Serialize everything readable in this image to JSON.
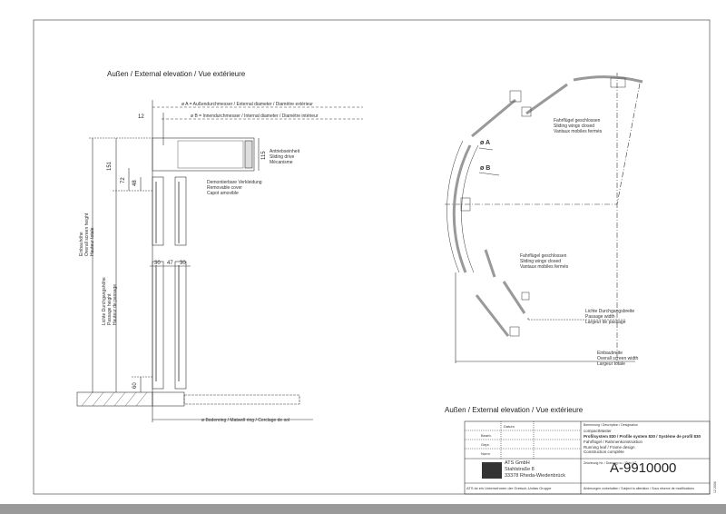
{
  "elevation": {
    "title": "Außen / External elevation / Vue extérieure",
    "dim_a": "ø A = Außendurchmesser / External diameter / Diamètre extérieur",
    "dim_b": "ø B = Innendurchmesser / Internal diameter / Diamètre intérieur",
    "d12": "12",
    "d151": "151",
    "d72": "72",
    "d48": "48",
    "d115": "115",
    "d30a": "30",
    "d47": "47",
    "d30b": "30",
    "d60": "60",
    "drive": [
      "Antriebseinheit",
      "Sliding drive",
      "Mécanisme"
    ],
    "cover": [
      "Demontierbare Verkleidung",
      "Removable cover",
      "Capot amovible"
    ],
    "overall_height": [
      "Einbauhöhe",
      "Overall screen height",
      "Hauteur totale"
    ],
    "passage_height": [
      "Lichte Durchgangshöhe",
      "Passage height",
      "Hauteur de passage"
    ],
    "floor_ring": "ø Bodenring / Matwell ring / Cerclage de sol"
  },
  "plan": {
    "title": "Außen / External elevation / Vue extérieure",
    "closed1": [
      "Fahrflügel geschlossen",
      "Sliding wings closed",
      "Vantaux mobiles fermés"
    ],
    "closed2": [
      "Fahrflügel geschlossen",
      "Sliding wings closed",
      "Vantaux mobiles fermés"
    ],
    "dia_a": "ø A",
    "dia_b": "ø B",
    "passage_width": [
      "Lichte Durchgangsbreite",
      "Passage width",
      "Largeur de passage"
    ],
    "overall_width": [
      "Einbaubreite",
      "Overall screen width",
      "Largeur totale"
    ]
  },
  "title_block": {
    "datum": "Datum",
    "bearb": "Bearb.",
    "gepr": "Gepr.",
    "norm": "Norm",
    "desc_label": "Benennung / Description / Désignation",
    "product": "compactMaster",
    "profile": "Profilsystem 830 / Profile system 830 / Système de profil 830",
    "desc_lines": [
      "Fahrflügel / Rahmenkonstruktion",
      "Running leaf / Frame design",
      "Construction complète"
    ],
    "company": [
      "ATS GmbH",
      "Stahlstraße 8",
      "33378 Rheda-Wiedenbrück"
    ],
    "group": "ATS ist ein Unternehmen der Gretsch-Unitas Gruppe",
    "drawing_label": "Zeichnung Nr. / Drawing no. / Plan N°",
    "drawing_no": "A-9910000",
    "notice": "Änderungen vorbehalten / Subject to alteration / Sous réserve de modifications",
    "side": "12 2006"
  }
}
